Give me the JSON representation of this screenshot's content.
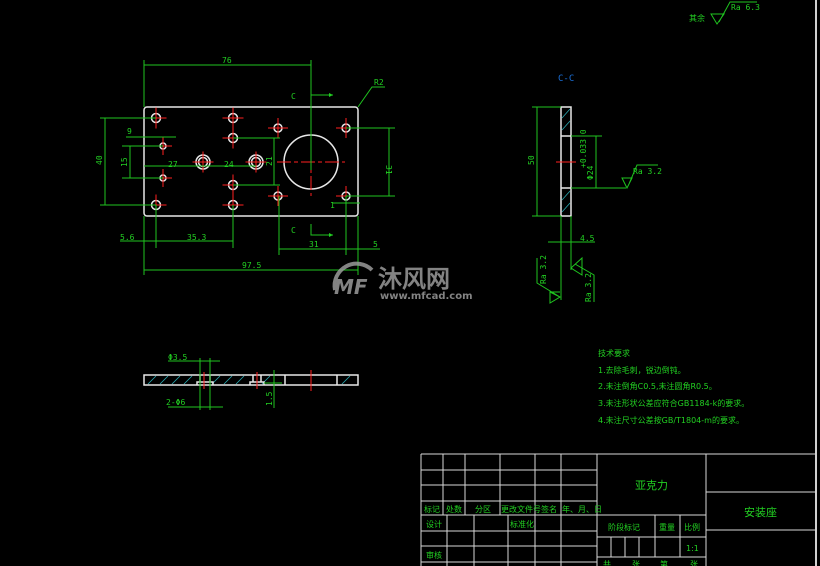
{
  "surface_finish": {
    "label": "其余",
    "value": "Ra 6.3"
  },
  "plan_view": {
    "dims": {
      "d76": "76",
      "r2": "R2",
      "d9": "9",
      "d40": "40",
      "d15": "15",
      "d27": "27",
      "d24": "24",
      "d21": "21",
      "d31_right": "31",
      "d1": "1",
      "d5_6": "5.6",
      "d35_3": "35.3",
      "d31_bottom": "31",
      "d5": "5",
      "d97_5": "97.5"
    },
    "section_marks": [
      "C",
      "C"
    ]
  },
  "section_cc": {
    "title": "C-C",
    "d50": "50",
    "bore": "Φ24",
    "bore_tol": "+0.033 0",
    "ra_right": "Ra 3.2",
    "d4_5": "4.5",
    "ra_left": "Ra 3.2",
    "ra_bottom": "Ra 3.2"
  },
  "side_section": {
    "d3_5": "Φ3.5",
    "holes": "2-Φ6",
    "d1_5": "1.5"
  },
  "tech_requirements": {
    "title": "技术要求",
    "items": [
      "1.去除毛刺，锐边倒钝。",
      "2.未注倒角C0.5,未注圆角R0.5。",
      "3.未注形状公差应符合GB1184-k的要求。",
      "4.未注尺寸公差按GB/T1804-m的要求。"
    ]
  },
  "title_block": {
    "headers": [
      "标记",
      "处数",
      "分区",
      "更改文件号",
      "签名",
      "年、月、日"
    ],
    "design": "设计",
    "standardize": "标准化",
    "review": "审核",
    "material": "亚克力",
    "part_name": "安装座",
    "stage_mark": "阶段标记",
    "weight": "重量",
    "scale": "比例",
    "scale_value": "1:1",
    "sheet": [
      "共",
      "张",
      "第",
      "张"
    ]
  },
  "watermark": {
    "brand": "沐风网",
    "url": "www.mfcad.com"
  }
}
